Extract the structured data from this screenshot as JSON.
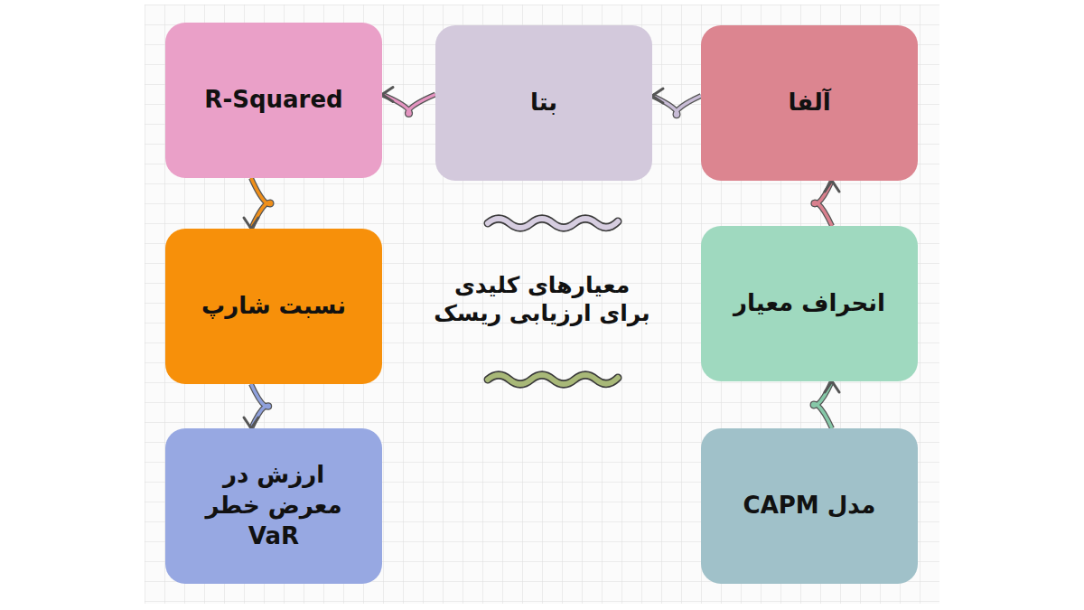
{
  "diagram": {
    "nodes": [
      {
        "text": [
          "آلفا"
        ]
      },
      {
        "text": [
          "بتا"
        ]
      },
      {
        "text": [
          "R-Squared"
        ]
      },
      {
        "text": [
          "انحراف معیار"
        ]
      },
      {
        "text": [
          "نسبت شارپ"
        ]
      },
      {
        "text": [
          "مدل CAPM"
        ]
      },
      {
        "text": [
          "ارزش در معرض خطر VaR"
        ]
      }
    ],
    "edges": [
      {
        "from": 5,
        "to": 3,
        "arrow": "to"
      },
      {
        "from": 3,
        "to": 0,
        "arrow": "to"
      },
      {
        "from": 0,
        "to": 1,
        "arrow": "to"
      },
      {
        "from": 1,
        "to": 2,
        "arrow": "to"
      },
      {
        "from": 2,
        "to": 4,
        "arrow": "to"
      },
      {
        "from": 4,
        "to": 6,
        "arrow": "to"
      }
    ],
    "labels": [
      "معیارهای کلیدی برای ارزیابی ریسک"
    ]
  }
}
